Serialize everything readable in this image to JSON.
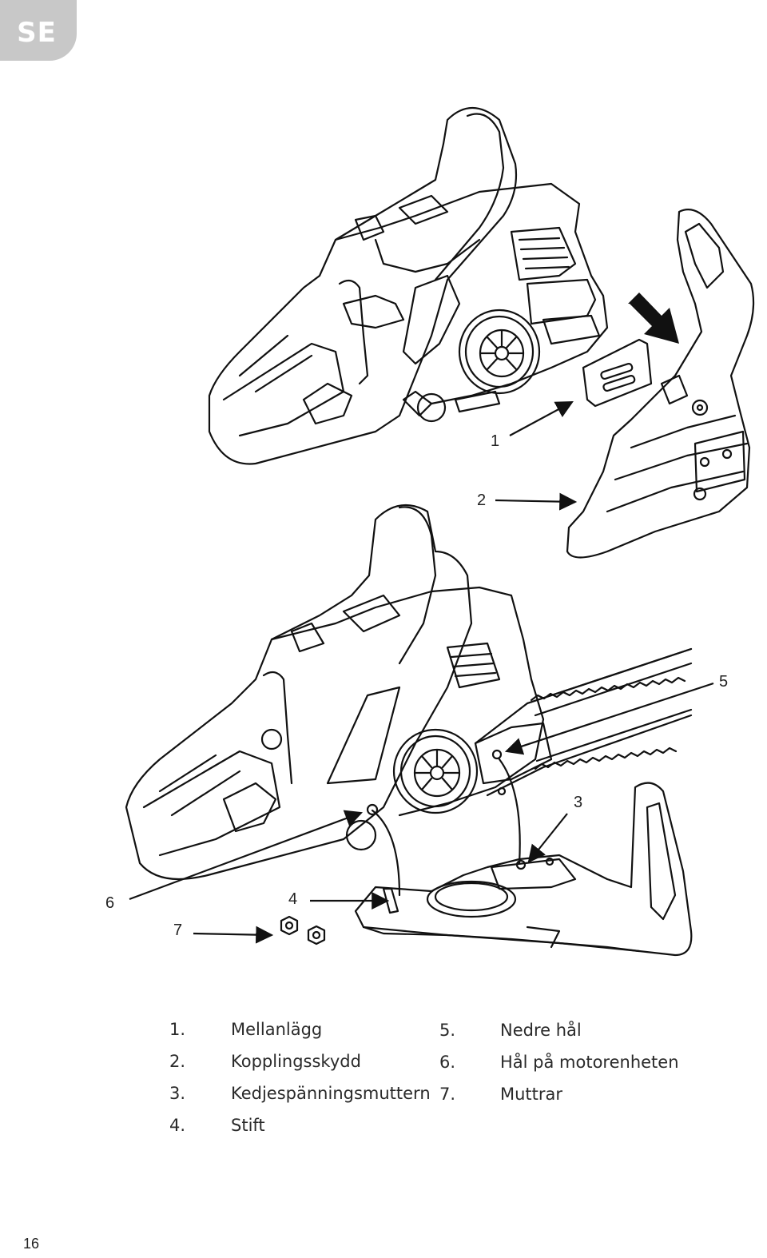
{
  "header": {
    "language_tab": "SE"
  },
  "callouts": [
    "1",
    "2",
    "3",
    "4",
    "5",
    "6",
    "7"
  ],
  "legend": {
    "left": [
      {
        "num": "1.",
        "label": "Mellanlägg"
      },
      {
        "num": "2.",
        "label": "Kopplingsskydd"
      },
      {
        "num": "3.",
        "label": "Kedjespänningsmuttern"
      },
      {
        "num": "4.",
        "label": "Stift"
      }
    ],
    "right": [
      {
        "num": "5.",
        "label": "Nedre hål"
      },
      {
        "num": "6.",
        "label": "Hål på motorenheten"
      },
      {
        "num": "7.",
        "label": "Muttrar"
      }
    ]
  },
  "footer": {
    "page_number": "16"
  }
}
